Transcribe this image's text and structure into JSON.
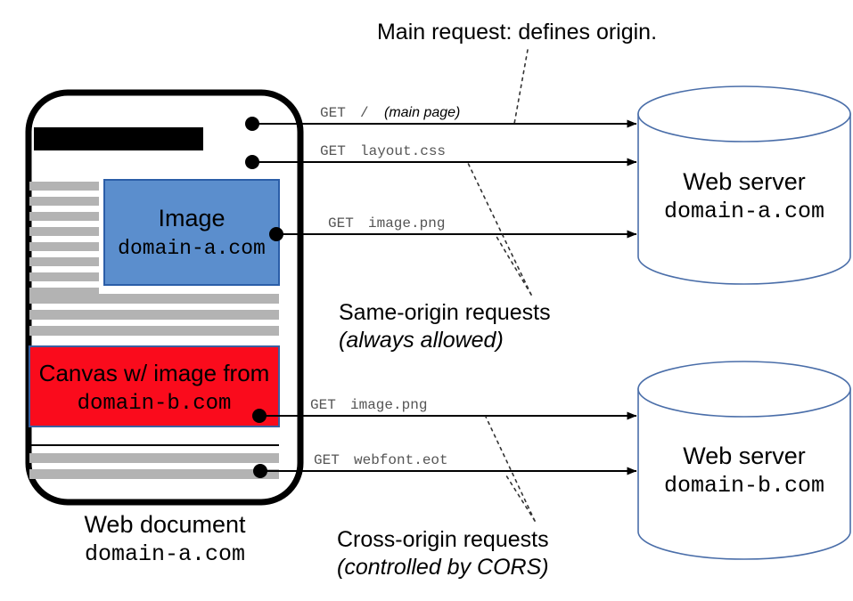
{
  "diagram": {
    "title_note": "Main request: defines origin.",
    "same_origin_note": {
      "line1": "Same-origin requests",
      "line2": "(always allowed)"
    },
    "cross_origin_note": {
      "line1": "Cross-origin requests",
      "line2": "(controlled by CORS)"
    }
  },
  "document": {
    "caption": {
      "line1": "Web document",
      "line2": "domain-a.com"
    },
    "image_block": {
      "line1": "Image",
      "line2": "domain-a.com"
    },
    "canvas_block": {
      "line1": "Canvas w/ image from",
      "line2": "domain-b.com"
    }
  },
  "servers": [
    {
      "name": "web-server-a",
      "line1": "Web server",
      "line2": "domain-a.com"
    },
    {
      "name": "web-server-b",
      "line1": "Web server",
      "line2": "domain-b.com"
    }
  ],
  "requests": [
    {
      "id": "req-main",
      "method": "GET",
      "path": "/",
      "note": "(main page)",
      "group": "same-origin"
    },
    {
      "id": "req-layout",
      "method": "GET",
      "path": "layout.css",
      "note": "",
      "group": "same-origin"
    },
    {
      "id": "req-image-a",
      "method": "GET",
      "path": "image.png",
      "note": "",
      "group": "same-origin"
    },
    {
      "id": "req-image-b",
      "method": "GET",
      "path": "image.png",
      "note": "",
      "group": "cross-origin"
    },
    {
      "id": "req-webfont",
      "method": "GET",
      "path": "webfont.eot",
      "note": "",
      "group": "cross-origin"
    }
  ],
  "colors": {
    "image_fill": "#5b8ecd",
    "image_stroke": "#2b5ea8",
    "canvas_fill": "#fa0b1c",
    "canvas_stroke": "#3b5fa0",
    "text_bar": "#b3b3b3",
    "headline_bar": "#000000",
    "cylinder_stroke": "#4a6ea9",
    "arrow": "#000000",
    "leader": "#444444"
  }
}
